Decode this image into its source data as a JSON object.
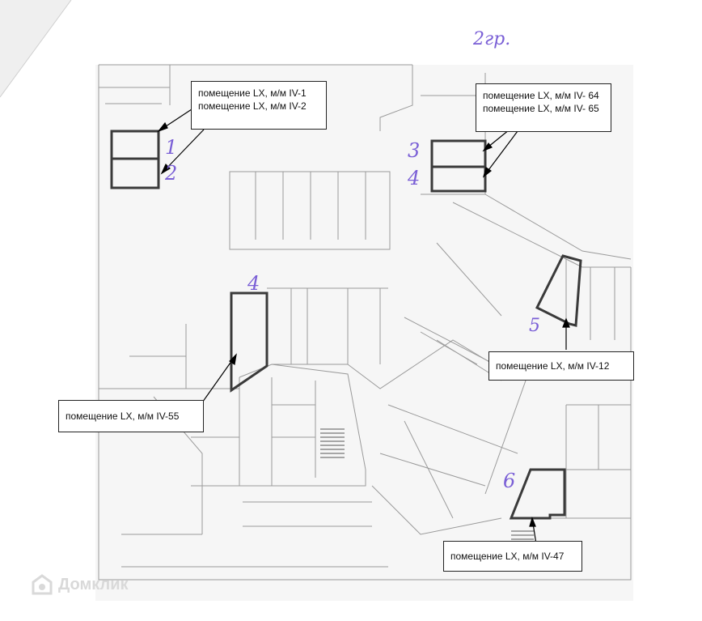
{
  "page_annotation": "2гр.",
  "callouts": [
    {
      "lines": [
        "помещение LX, м/м IV-1",
        "помещение LX, м/м IV-2"
      ]
    },
    {
      "lines": [
        "помещение LX, м/м IV- 64",
        "помещение LX, м/м IV- 65"
      ]
    },
    {
      "lines": [
        "помещение LX, м/м IV-12"
      ]
    },
    {
      "lines": [
        "помещение LX, м/м IV-55"
      ]
    },
    {
      "lines": [
        "помещение LX, м/м IV-47"
      ]
    }
  ],
  "handwritten_marks": [
    "1",
    "2",
    "3",
    "4",
    "4",
    "5",
    "6"
  ],
  "watermark": "Домклик",
  "colors": {
    "plan_lines": "#9a9a9a",
    "highlight": "#3a3a3a",
    "ink": "#7a5fd6"
  }
}
